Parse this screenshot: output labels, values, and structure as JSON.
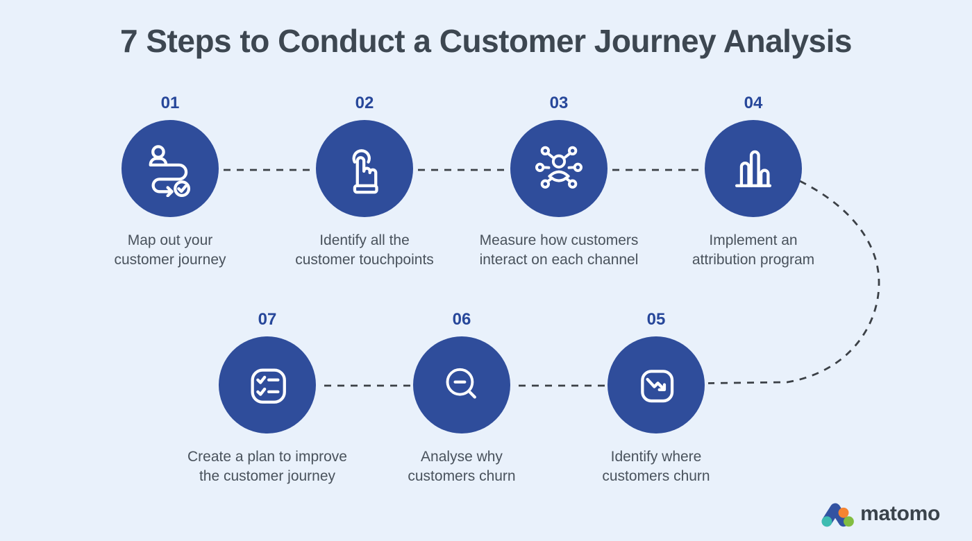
{
  "title": "7 Steps to Conduct a Customer Journey Analysis",
  "steps": [
    {
      "num": "01",
      "line1": "Map out your",
      "line2": "customer journey",
      "icon": "journey-map-icon"
    },
    {
      "num": "02",
      "line1": "Identify all the",
      "line2": "customer touchpoints",
      "icon": "tap-finger-icon"
    },
    {
      "num": "03",
      "line1": "Measure how customers",
      "line2": "interact on each channel",
      "icon": "person-network-icon"
    },
    {
      "num": "04",
      "line1": "Implement an",
      "line2": "attribution program",
      "icon": "bar-chart-icon"
    },
    {
      "num": "05",
      "line1": "Identify where",
      "line2": "customers churn",
      "icon": "downtrend-arrow-icon"
    },
    {
      "num": "06",
      "line1": "Analyse why",
      "line2": "customers churn",
      "icon": "magnifier-minus-icon"
    },
    {
      "num": "07",
      "line1": "Create a plan to improve",
      "line2": "the customer journey",
      "icon": "checklist-icon"
    }
  ],
  "logo": {
    "wordmark": "matomo"
  },
  "colors": {
    "background": "#E9F1FB",
    "circle_fill": "#2F4D9B",
    "step_number": "#27479A",
    "title_text": "#3D4751",
    "label_text": "#49525C",
    "dashed_line": "#3B4046",
    "icon_stroke": "#FFFFFF",
    "logo_teal": "#3EBCB1",
    "logo_blue": "#3253A2",
    "logo_orange": "#F58432",
    "logo_green": "#82BD41",
    "logo_text": "#3A434B"
  }
}
